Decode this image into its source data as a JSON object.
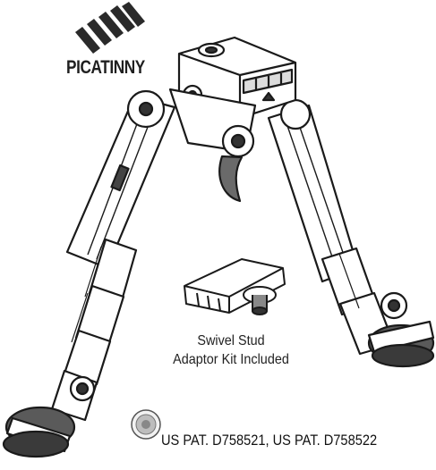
{
  "logo": {
    "wordmark": "PICATINNY",
    "icon": "rail-stripes-icon"
  },
  "caption": {
    "line1": "Swivel Stud",
    "line2": "Adaptor Kit Included"
  },
  "patent": {
    "text": "US PAT. D758521, US PAT. D758522",
    "seal_icon": "patent-office-seal-icon"
  },
  "colors": {
    "ink": "#1a1a1a",
    "fill": "#ffffff",
    "shade": "#7a7a7a"
  }
}
